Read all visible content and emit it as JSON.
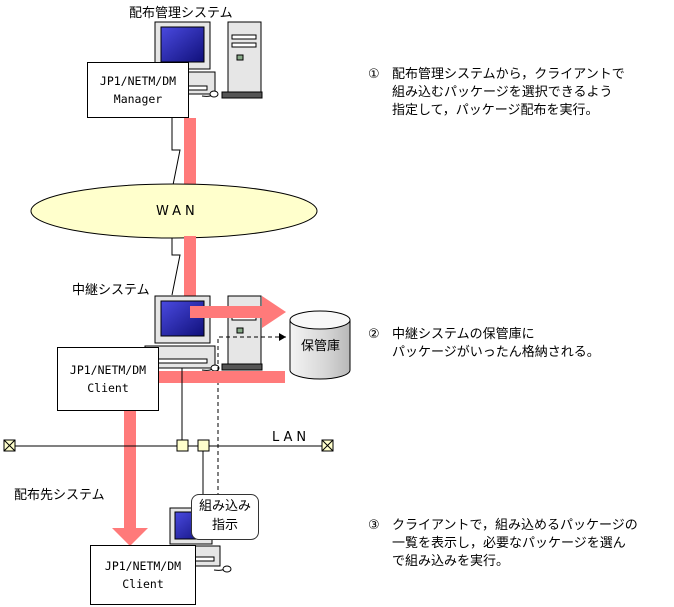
{
  "systems": {
    "management": {
      "label": "配布管理システム",
      "software": [
        "JP1/NETM/DM",
        "Manager"
      ]
    },
    "relay": {
      "label": "中継システム",
      "software": [
        "JP1/NETM/DM",
        "Client"
      ],
      "storage_label": "保管庫"
    },
    "destination": {
      "label": "配布先システム",
      "software": [
        "JP1/NETM/DM",
        "Client"
      ]
    }
  },
  "network": {
    "wan_label": "WAN",
    "lan_label": "LAN"
  },
  "install_instruction": [
    "組み込み",
    "指示"
  ],
  "notes": [
    {
      "number": "①",
      "lines": [
        "配布管理システムから，クライアントで",
        "組み込むパッケージを選択できるよう",
        "指定して，パッケージ配布を実行。"
      ]
    },
    {
      "number": "②",
      "lines": [
        "中継システムの保管庫に",
        "パッケージがいったん格納される。"
      ]
    },
    {
      "number": "③",
      "lines": [
        "クライアントで，組み込めるパッケージの",
        "一覧を表示し，必要なパッケージを選ん",
        "で組み込みを実行。"
      ]
    }
  ],
  "colors": {
    "arrow": "#ff7a7a",
    "wan_fill": "#ffffcc",
    "screen": "#1a1aa0",
    "connector": "#ffffcc"
  }
}
